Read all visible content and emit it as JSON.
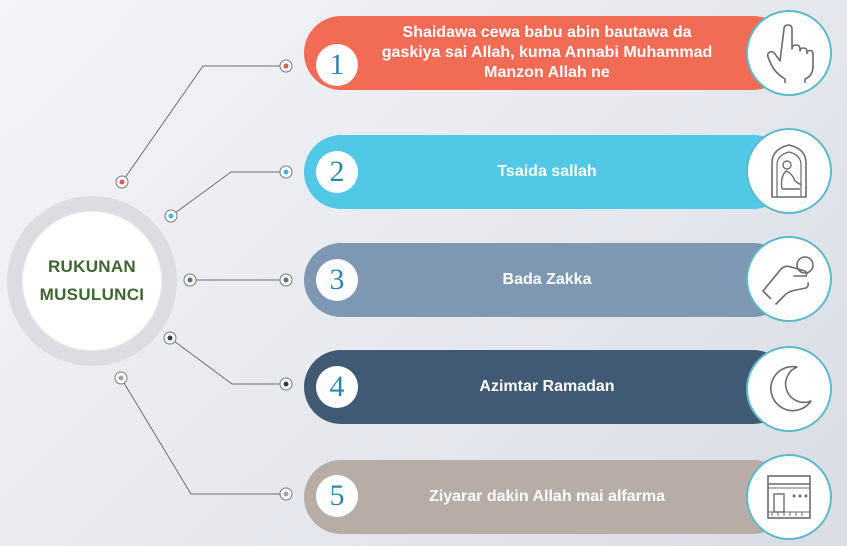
{
  "hub": {
    "line1": "RUKUNAN",
    "line2": "MUSULUNCI"
  },
  "pillars": [
    {
      "number": "1",
      "text": "Shaidawa cewa babu abin bautawa da gaskiya sai Allah, kuma Annabi Muhammad Manzon Allah ne",
      "color": "#f26c55",
      "dot": "#e8534a",
      "icon": "pointing-finger-icon"
    },
    {
      "number": "2",
      "text": "Tsaida sallah",
      "color": "#50c8e6",
      "dot": "#3fb8dc",
      "icon": "praying-person-icon"
    },
    {
      "number": "3",
      "text": "Bada Zakka",
      "color": "#7e97b2",
      "dot": "#5d6f88",
      "icon": "giving-coin-hand-icon"
    },
    {
      "number": "4",
      "text": "Azimtar Ramadan",
      "color": "#3f5a72",
      "dot": "#2f3e4e",
      "icon": "crescent-moon-icon"
    },
    {
      "number": "5",
      "text": "Ziyarar dakin Allah mai alfarma",
      "color": "#b7ada6",
      "dot": "#a8a29e",
      "icon": "kaaba-icon"
    }
  ]
}
